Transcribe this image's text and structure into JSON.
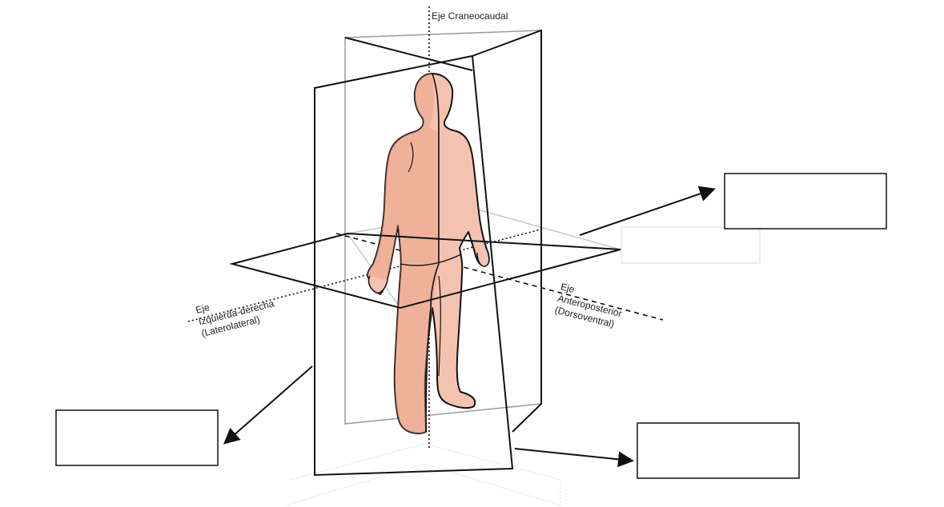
{
  "axes": {
    "craniocaudal": {
      "label": "Eje Craneocaudal"
    },
    "left_right": {
      "line1": "Eje",
      "line2": "Izquierda-derecha",
      "line3": "(Laterolateral)"
    },
    "anteroposterior": {
      "line1": "Eje",
      "line2": "Anteroposterior",
      "line3": "(Dorsoventral)"
    }
  },
  "answer_boxes": [
    {
      "id": "box-upper-right",
      "text": ""
    },
    {
      "id": "box-lower-left",
      "text": ""
    },
    {
      "id": "box-lower-right",
      "text": ""
    }
  ],
  "colors": {
    "skin": "#f4c3b0",
    "skin_dark": "#ec9c80",
    "line": "#111111",
    "ghost": "#cfcfcf"
  }
}
